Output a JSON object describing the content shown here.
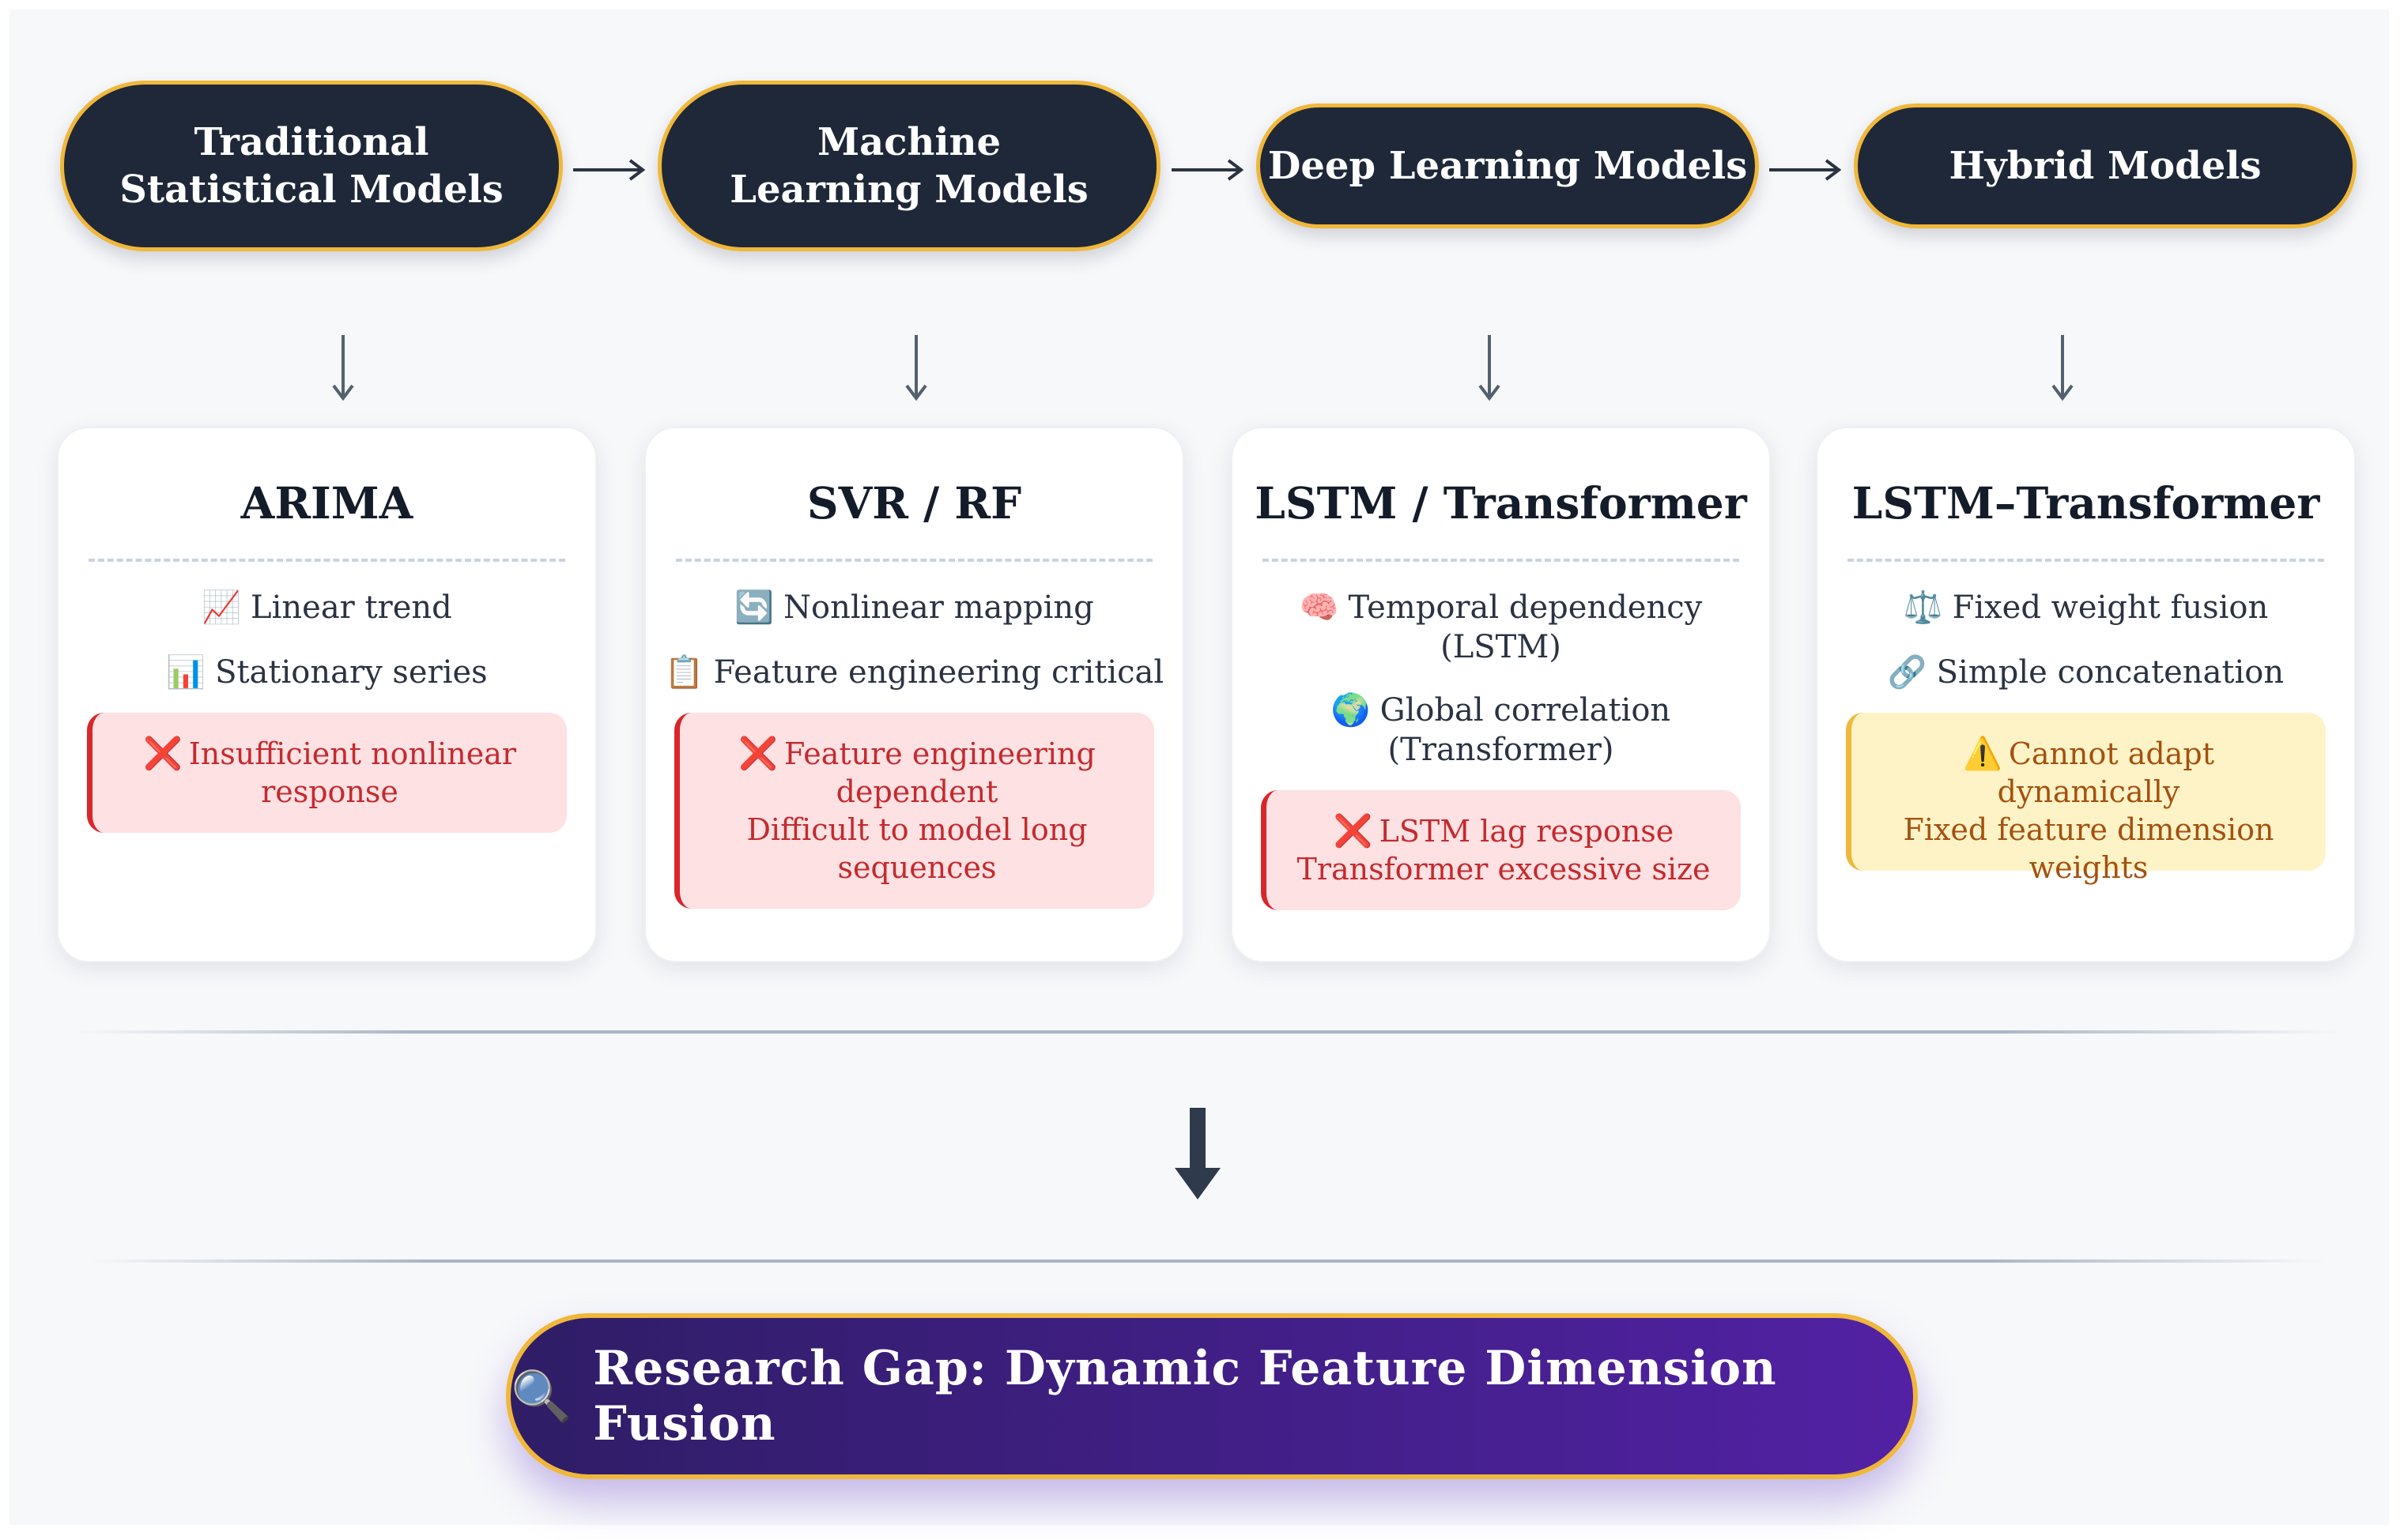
{
  "stages": [
    {
      "label": "Traditional Statistical Models"
    },
    {
      "label": "Machine Learning Models"
    },
    {
      "label": "Deep Learning Models"
    },
    {
      "label": "Hybrid Models"
    }
  ],
  "cards": [
    {
      "title": "ARIMA",
      "features": [
        {
          "icon": "📈",
          "icon_name": "chart-increasing-icon",
          "text": "Linear trend"
        },
        {
          "icon": "📊",
          "icon_name": "bar-chart-icon",
          "text": "Stationary series"
        }
      ],
      "limitation": {
        "icon": "❌",
        "icon_name": "cross-mark-icon",
        "lines": [
          "Insufficient nonlinear",
          "response"
        ]
      }
    },
    {
      "title": "SVR / RF",
      "features": [
        {
          "icon": "🔄",
          "icon_name": "cycle-arrows-icon",
          "text": "Nonlinear mapping"
        },
        {
          "icon": "📋",
          "icon_name": "clipboard-icon",
          "text": "Feature engineering critical"
        }
      ],
      "limitation": {
        "icon": "❌",
        "icon_name": "cross-mark-icon",
        "lines": [
          "Feature engineering",
          "dependent",
          "Difficult to model long",
          "sequences"
        ]
      }
    },
    {
      "title": "LSTM / Transformer",
      "features": [
        {
          "icon": "🧠",
          "icon_name": "brain-icon",
          "text": "Temporal dependency",
          "text2": "(LSTM)"
        },
        {
          "icon": "🌍",
          "icon_name": "globe-icon",
          "text": "Global correlation",
          "text2": "(Transformer)"
        }
      ],
      "limitation": {
        "icon": "❌",
        "icon_name": "cross-mark-icon",
        "lines": [
          "LSTM lag response",
          "Transformer excessive size"
        ]
      }
    },
    {
      "title": "LSTM–Transformer",
      "features": [
        {
          "icon": "⚖️",
          "icon_name": "balance-scale-icon",
          "text": "Fixed weight fusion"
        },
        {
          "icon": "🔗",
          "icon_name": "link-icon",
          "text": "Simple concatenation"
        }
      ],
      "limitation": {
        "icon": "⚠️",
        "icon_name": "warning-icon",
        "lines": [
          "Cannot adapt dynamically",
          "Fixed feature dimension",
          "weights"
        ]
      }
    }
  ],
  "research_gap": {
    "icon": "🔍",
    "icon_name": "magnifying-glass-icon",
    "label": "Research Gap: Dynamic Feature Dimension Fusion"
  },
  "colors": {
    "pill_bg": "#1f2838",
    "pill_border": "#f0b73a",
    "limit_bg": "#fde1e3",
    "limit_text": "#c42a2d",
    "warn_bg": "#fef3c7",
    "warn_text": "#a4510e",
    "gap_start": "#2f1d66",
    "gap_end": "#5221a4"
  }
}
